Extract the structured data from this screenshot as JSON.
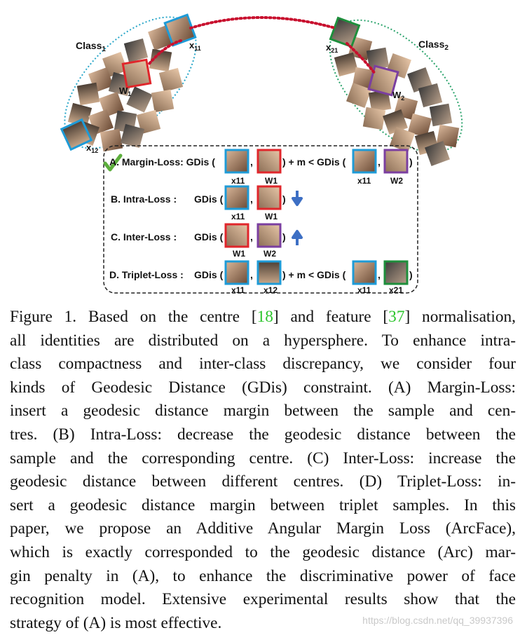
{
  "figure": {
    "class1_label": "Class",
    "class1_sub": "1",
    "class2_label": "Class",
    "class2_sub": "2",
    "x11_label": "x",
    "x11_sub": "11",
    "x12_label": "x",
    "x12_sub": "12",
    "x21_label": "x",
    "x21_sub": "21",
    "w1_label": "W",
    "w1_sub": "1",
    "w2_label": "W",
    "w2_sub": "2",
    "rows": [
      {
        "prefix": "A. Margin-Loss: GDis (",
        "comma": ",",
        "mid": ") + m < GDis (",
        "comma2": ",",
        "end": ")",
        "labels": [
          "x11",
          "W1",
          "x11",
          "W2"
        ]
      },
      {
        "prefix": "B. Intra-Loss :",
        "gdis": "GDis (",
        "comma": ",",
        "end": ")",
        "labels": [
          "x11",
          "W1"
        ],
        "arrow": "down"
      },
      {
        "prefix": "C. Inter-Loss :",
        "gdis": "GDis (",
        "comma": ",",
        "end": ")",
        "labels": [
          "W1",
          "W2"
        ],
        "arrow": "up"
      },
      {
        "prefix": "D. Triplet-Loss :",
        "gdis": "GDis (",
        "comma": ",",
        "mid": ") + m < GDis (",
        "comma2": ",",
        "end": ")",
        "labels": [
          "x11",
          "x12",
          "x11",
          "x21"
        ]
      }
    ],
    "colors": {
      "class1_ellipse": "#2aa7c9",
      "class2_ellipse": "#2aa36b",
      "red_arc": "#c8102e",
      "x11_frame": "#1e9bd7",
      "w1_frame": "#e0262b",
      "w2_frame": "#7b3fa0",
      "x21_frame": "#1e8f3c",
      "check": "#5cae3c",
      "arrow": "#3d6fc4"
    }
  },
  "caption": {
    "lines": [
      [
        "Figure 1.  Based on the centre [",
        "18",
        "] and feature [",
        "37",
        "] normalisation,"
      ],
      [
        "all identities are distributed on a hypersphere.  To enhance intra-"
      ],
      [
        "class compactness and inter-class discrepancy, we consider four"
      ],
      [
        "kinds of Geodesic Distance (GDis) constraint.  (A) Margin-Loss:"
      ],
      [
        "insert a geodesic distance margin between the sample and cen-"
      ],
      [
        "tres.  (B) Intra-Loss:  decrease the geodesic distance between the"
      ],
      [
        "sample and the corresponding centre. (C) Inter-Loss: increase the"
      ],
      [
        "geodesic distance between different centres. (D) Triplet-Loss: in-"
      ],
      [
        "sert a geodesic distance margin between triplet samples.  In this"
      ],
      [
        "paper, we propose an Additive Angular Margin Loss (ArcFace),"
      ],
      [
        "which is exactly corresponded to the geodesic distance (Arc) mar-"
      ],
      [
        "gin penalty in (A), to enhance the discriminative power of face"
      ],
      [
        "recognition model.  Extensive experimental results show that the"
      ],
      [
        "strategy of (A) is most effective."
      ]
    ]
  },
  "watermark": "https://blog.csdn.net/qq_39937396"
}
